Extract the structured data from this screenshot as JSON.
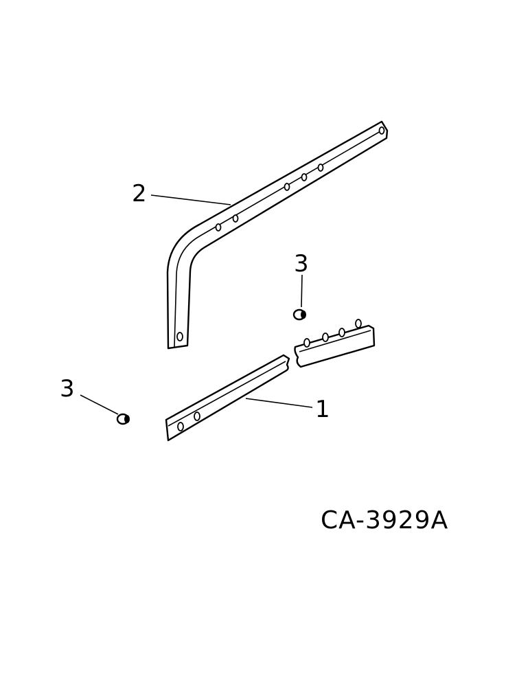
{
  "callouts": {
    "part_1": "1",
    "part_2": "2",
    "part_3_upper": "3",
    "part_3_lower": "3"
  },
  "figure_id": "CA-3929A",
  "parts": [
    {
      "ref": "1",
      "kind": "straight-bar-icon"
    },
    {
      "ref": "2",
      "kind": "bent-bar-icon"
    },
    {
      "ref": "3",
      "kind": "plug-icon"
    }
  ]
}
